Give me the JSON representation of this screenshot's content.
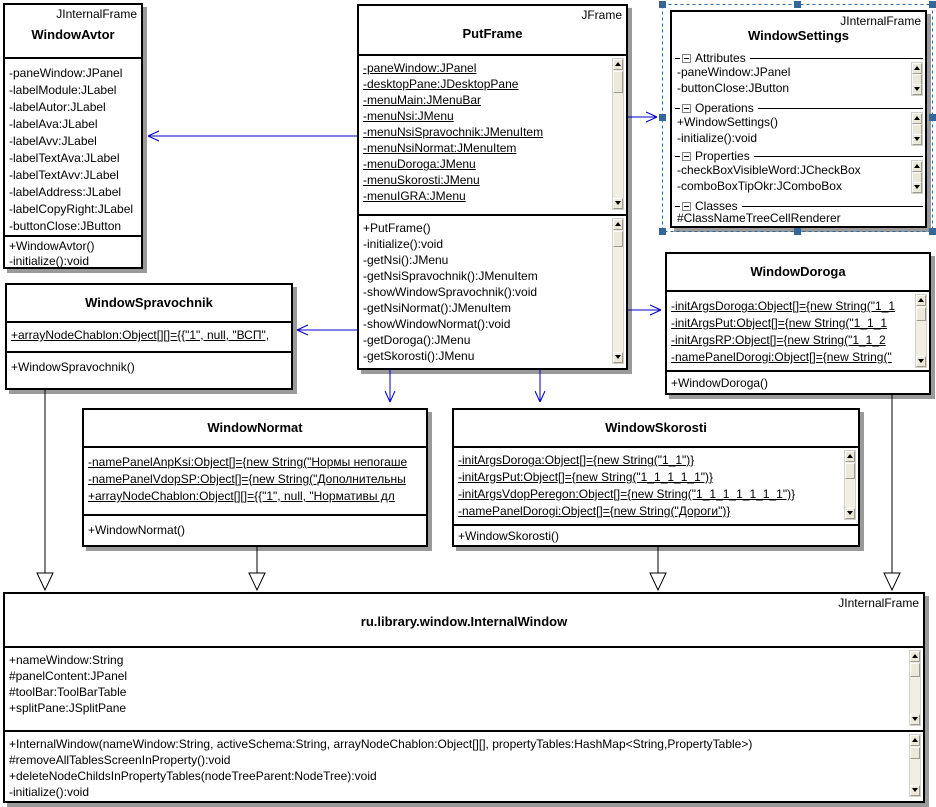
{
  "colors": {
    "connector_blue": "#0000cc",
    "selection": "#336699",
    "shadow": "#9a9a9a"
  },
  "classes": {
    "windowAvtor": {
      "stereotype": "JInternalFrame",
      "name": "WindowAvtor",
      "attributes": [
        "-paneWindow:JPanel",
        "-labelModule:JLabel",
        "-labelAutor:JLabel",
        "-labelAva:JLabel",
        "-labelAvv:JLabel",
        "-labelTextAva:JLabel",
        "-labelTextAvv:JLabel",
        "-labelAddress:JLabel",
        "-labelCopyRight:JLabel",
        "-buttonClose:JButton"
      ],
      "methods": [
        "+WindowAvtor()",
        "-initialize():void"
      ]
    },
    "putFrame": {
      "stereotype": "JFrame",
      "name": "PutFrame",
      "attributes": [
        "-paneWindow:JPanel",
        "-desktopPane:JDesktopPane",
        "-menuMain:JMenuBar",
        "-menuNsi:JMenu",
        "-menuNsiSpravochnik:JMenuItem",
        "-menuNsiNormat:JMenuItem",
        "-menuDoroga:JMenu",
        "-menuSkorosti:JMenu",
        "-menuIGRA:JMenu"
      ],
      "methods": [
        "+PutFrame()",
        "-initialize():void",
        "-getNsi():JMenu",
        "-getNsiSpravochnik():JMenuItem",
        "-showWindowSpravochnik():void",
        "-getNsiNormat():JMenuItem",
        "-showWindowNormat():void",
        "-getDoroga():JMenu",
        "-getSkorosti():JMenu"
      ]
    },
    "windowSettings": {
      "stereotype": "JInternalFrame",
      "name": "WindowSettings",
      "sections": [
        {
          "label": "Attributes",
          "items": [
            "-paneWindow:JPanel",
            "-buttonClose:JButton"
          ]
        },
        {
          "label": "Operations",
          "items": [
            "+WindowSettings()",
            "-initialize():void"
          ]
        },
        {
          "label": "Properties",
          "items": [
            "-checkBoxVisibleWord:JCheckBox",
            "-comboBoxTipOkr:JComboBox"
          ]
        },
        {
          "label": "Classes",
          "items": [
            "#ClassNameTreeCellRenderer"
          ]
        }
      ]
    },
    "windowDoroga": {
      "name": "WindowDoroga",
      "attributes": [
        "-initArgsDoroga:Object[]={new String(\"1_1",
        "-initArgsPut:Object[]={new String(\"1_1_1",
        "-initArgsRP:Object[]={new String(\"1_1_2",
        "-namePanelDorogi:Object[]={new String(\""
      ],
      "methods": [
        "+WindowDoroga()"
      ]
    },
    "windowSpravochnik": {
      "name": "WindowSpravochnik",
      "attributes": [
        "+arrayNodeChablon:Object[][]={{\"1\", null, \"ВСП\","
      ],
      "methods": [
        "+WindowSpravochnik()"
      ]
    },
    "windowNormat": {
      "name": "WindowNormat",
      "attributes": [
        "-namePanelAnpKsi:Object[]={new String(\"Нормы непогаше",
        "-namePanelVdopSP:Object[]={new String(\"Дополнительны",
        "+arrayNodeChablon:Object[][]={{\"1\", null, \"Нормативы дл"
      ],
      "methods": [
        "+WindowNormat()"
      ]
    },
    "windowSkorosti": {
      "name": "WindowSkorosti",
      "attributes": [
        "-initArgsDoroga:Object[]={new String(\"1_1\")}",
        "-initArgsPut:Object[]={new String(\"1_1_1_1_1\")}",
        "-initArgsVdopPeregon:Object[]={new String(\"1_1_1_1_1_1_1\")}",
        "-namePanelDorogi:Object[]={new String(\"Дороги\")}"
      ],
      "methods": [
        "+WindowSkorosti()"
      ]
    },
    "internalWindow": {
      "stereotype": "JInternalFrame",
      "name": "ru.library.window.InternalWindow",
      "attributes": [
        "+nameWindow:String",
        "#panelContent:JPanel",
        "#toolBar:ToolBarTable",
        "+splitPane:JSplitPane"
      ],
      "methods": [
        "+InternalWindow(nameWindow:String, activeSchema:String, arrayNodeChablon:Object[][], propertyTables:HashMap<String,PropertyTable>)",
        "#removeAllTablesScreenInProperty():void",
        "+deleteNodeChildsInPropertyTables(nodeTreeParent:NodeTree):void",
        "-initialize():void"
      ]
    }
  }
}
